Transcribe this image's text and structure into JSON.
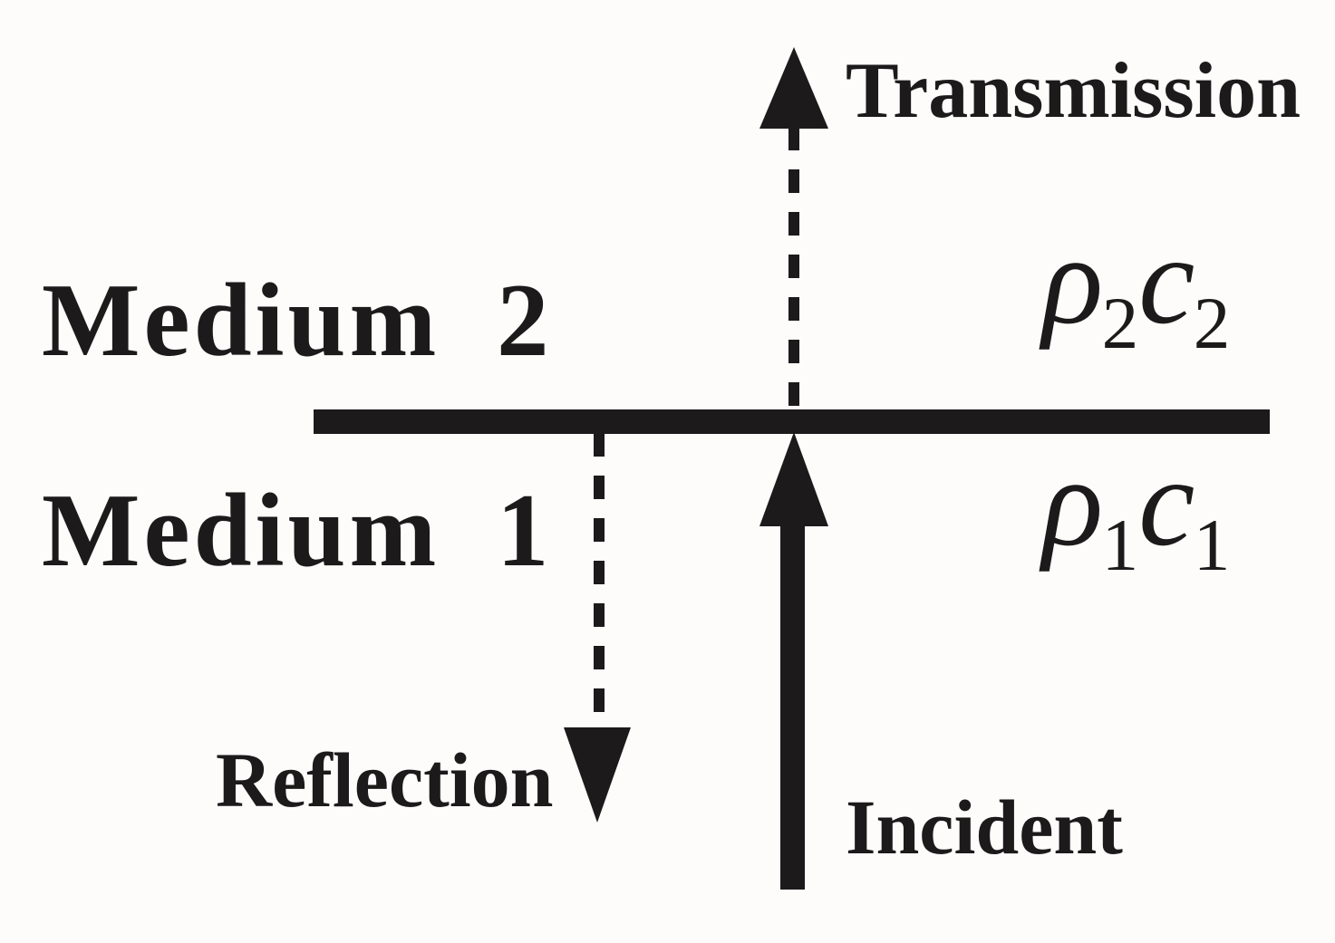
{
  "diagram": {
    "colors": {
      "ink": "#1c1a1b",
      "background": "#fdfcfb"
    },
    "media": {
      "medium2": "Medium 2",
      "medium1": "Medium 1"
    },
    "waves": {
      "transmission": "Transmission",
      "reflection": "Reflection",
      "incident": "Incident"
    },
    "impedances": {
      "medium2": {
        "density_symbol": "ρ",
        "density_sub": "2",
        "speed_symbol": "c",
        "speed_sub": "2"
      },
      "medium1": {
        "density_symbol": "ρ",
        "density_sub": "1",
        "speed_symbol": "c",
        "speed_sub": "1"
      }
    },
    "arrows": [
      {
        "name": "transmission",
        "style": "dashed",
        "direction": "up",
        "region": "medium2"
      },
      {
        "name": "reflection",
        "style": "dashed",
        "direction": "down",
        "region": "medium1"
      },
      {
        "name": "incident",
        "style": "solid",
        "direction": "up",
        "region": "medium1"
      }
    ]
  }
}
